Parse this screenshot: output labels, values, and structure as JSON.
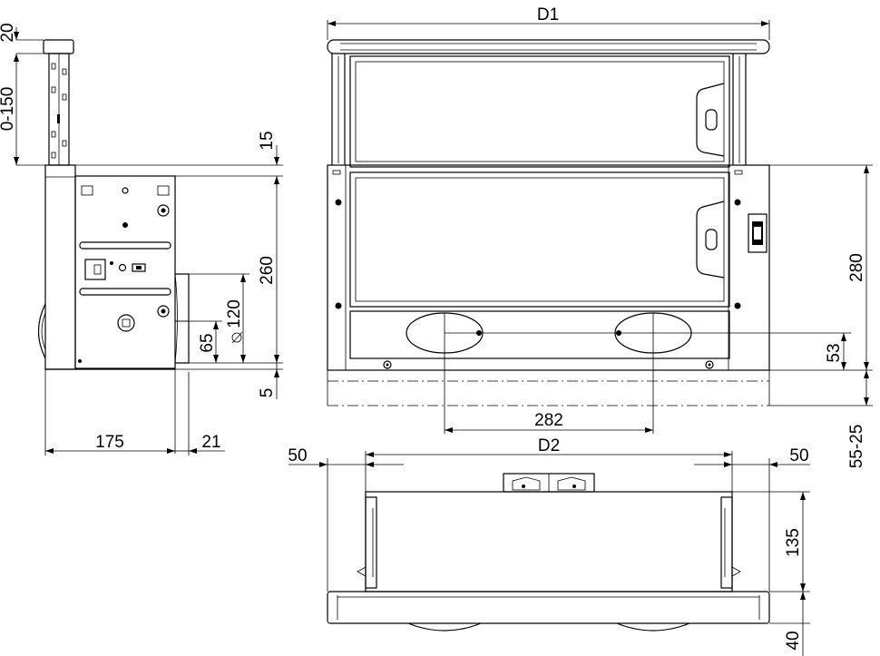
{
  "side_view": {
    "dim_top": "20",
    "dim_extension": "0-150",
    "dim_small_top": "15",
    "dim_height": "260",
    "dim_duct": "120",
    "dim_duct_center": "65",
    "dim_bottom": "5",
    "dim_depth": "175",
    "dim_front": "21"
  },
  "front_view": {
    "dim_width_total": "D1",
    "dim_height": "280",
    "dim_outlet": "53",
    "dim_outlet_spacing": "282",
    "dim_offset": "55-25"
  },
  "bottom_view": {
    "dim_side_left": "50",
    "dim_width_inner": "D2",
    "dim_side_right": "50",
    "dim_depth": "135",
    "dim_front": "40"
  }
}
